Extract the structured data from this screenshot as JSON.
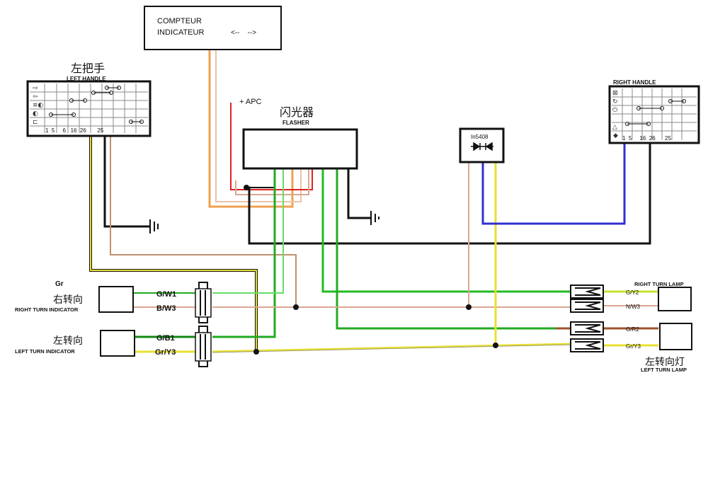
{
  "meter": {
    "line1": "COMPTEUR",
    "line2": "INDICATEUR",
    "arrows": "<--    -->"
  },
  "left_handle": {
    "cn": "左把手",
    "en": "LEFT HANDLE",
    "pins": "1  5     6   16  26       25"
  },
  "right_handle": {
    "en": "RIGHT HANDLE",
    "pins": "1  5     16  26      25"
  },
  "flasher": {
    "cn": "闪光器",
    "en": "FLASHER"
  },
  "apc": "+ APC",
  "diode": {
    "label": "In5408"
  },
  "gr_label": "Gr",
  "right_indicator": {
    "cn": "右转向",
    "en": "RIGHT TURN INDICATOR"
  },
  "left_indicator": {
    "cn": "左转向",
    "en": "LEFT TURN INDICATOR"
  },
  "wires": {
    "gw1": "G/W1",
    "bw3": "B/W3",
    "gb1": "G/B1",
    "gry3": "Gr/Y3"
  },
  "right_lamp": {
    "en": "RIGHT TURN LAMP"
  },
  "left_lamp": {
    "cn": "左转向灯",
    "en": "LEFT TURN LAMP"
  },
  "lamp_wires": {
    "gy2": "G/Y2",
    "nw3": "N/W3",
    "gr2": "G/R2",
    "gry3": "Gr/Y3"
  },
  "colors": {
    "black": "#111111",
    "orange": "#f0a050",
    "red": "#e02020",
    "tan": "#d9a890",
    "green": "#22bb22",
    "lightgreen": "#66dd66",
    "yellow": "#e8e030",
    "blue": "#3030d0",
    "brown": "#a0522d"
  }
}
